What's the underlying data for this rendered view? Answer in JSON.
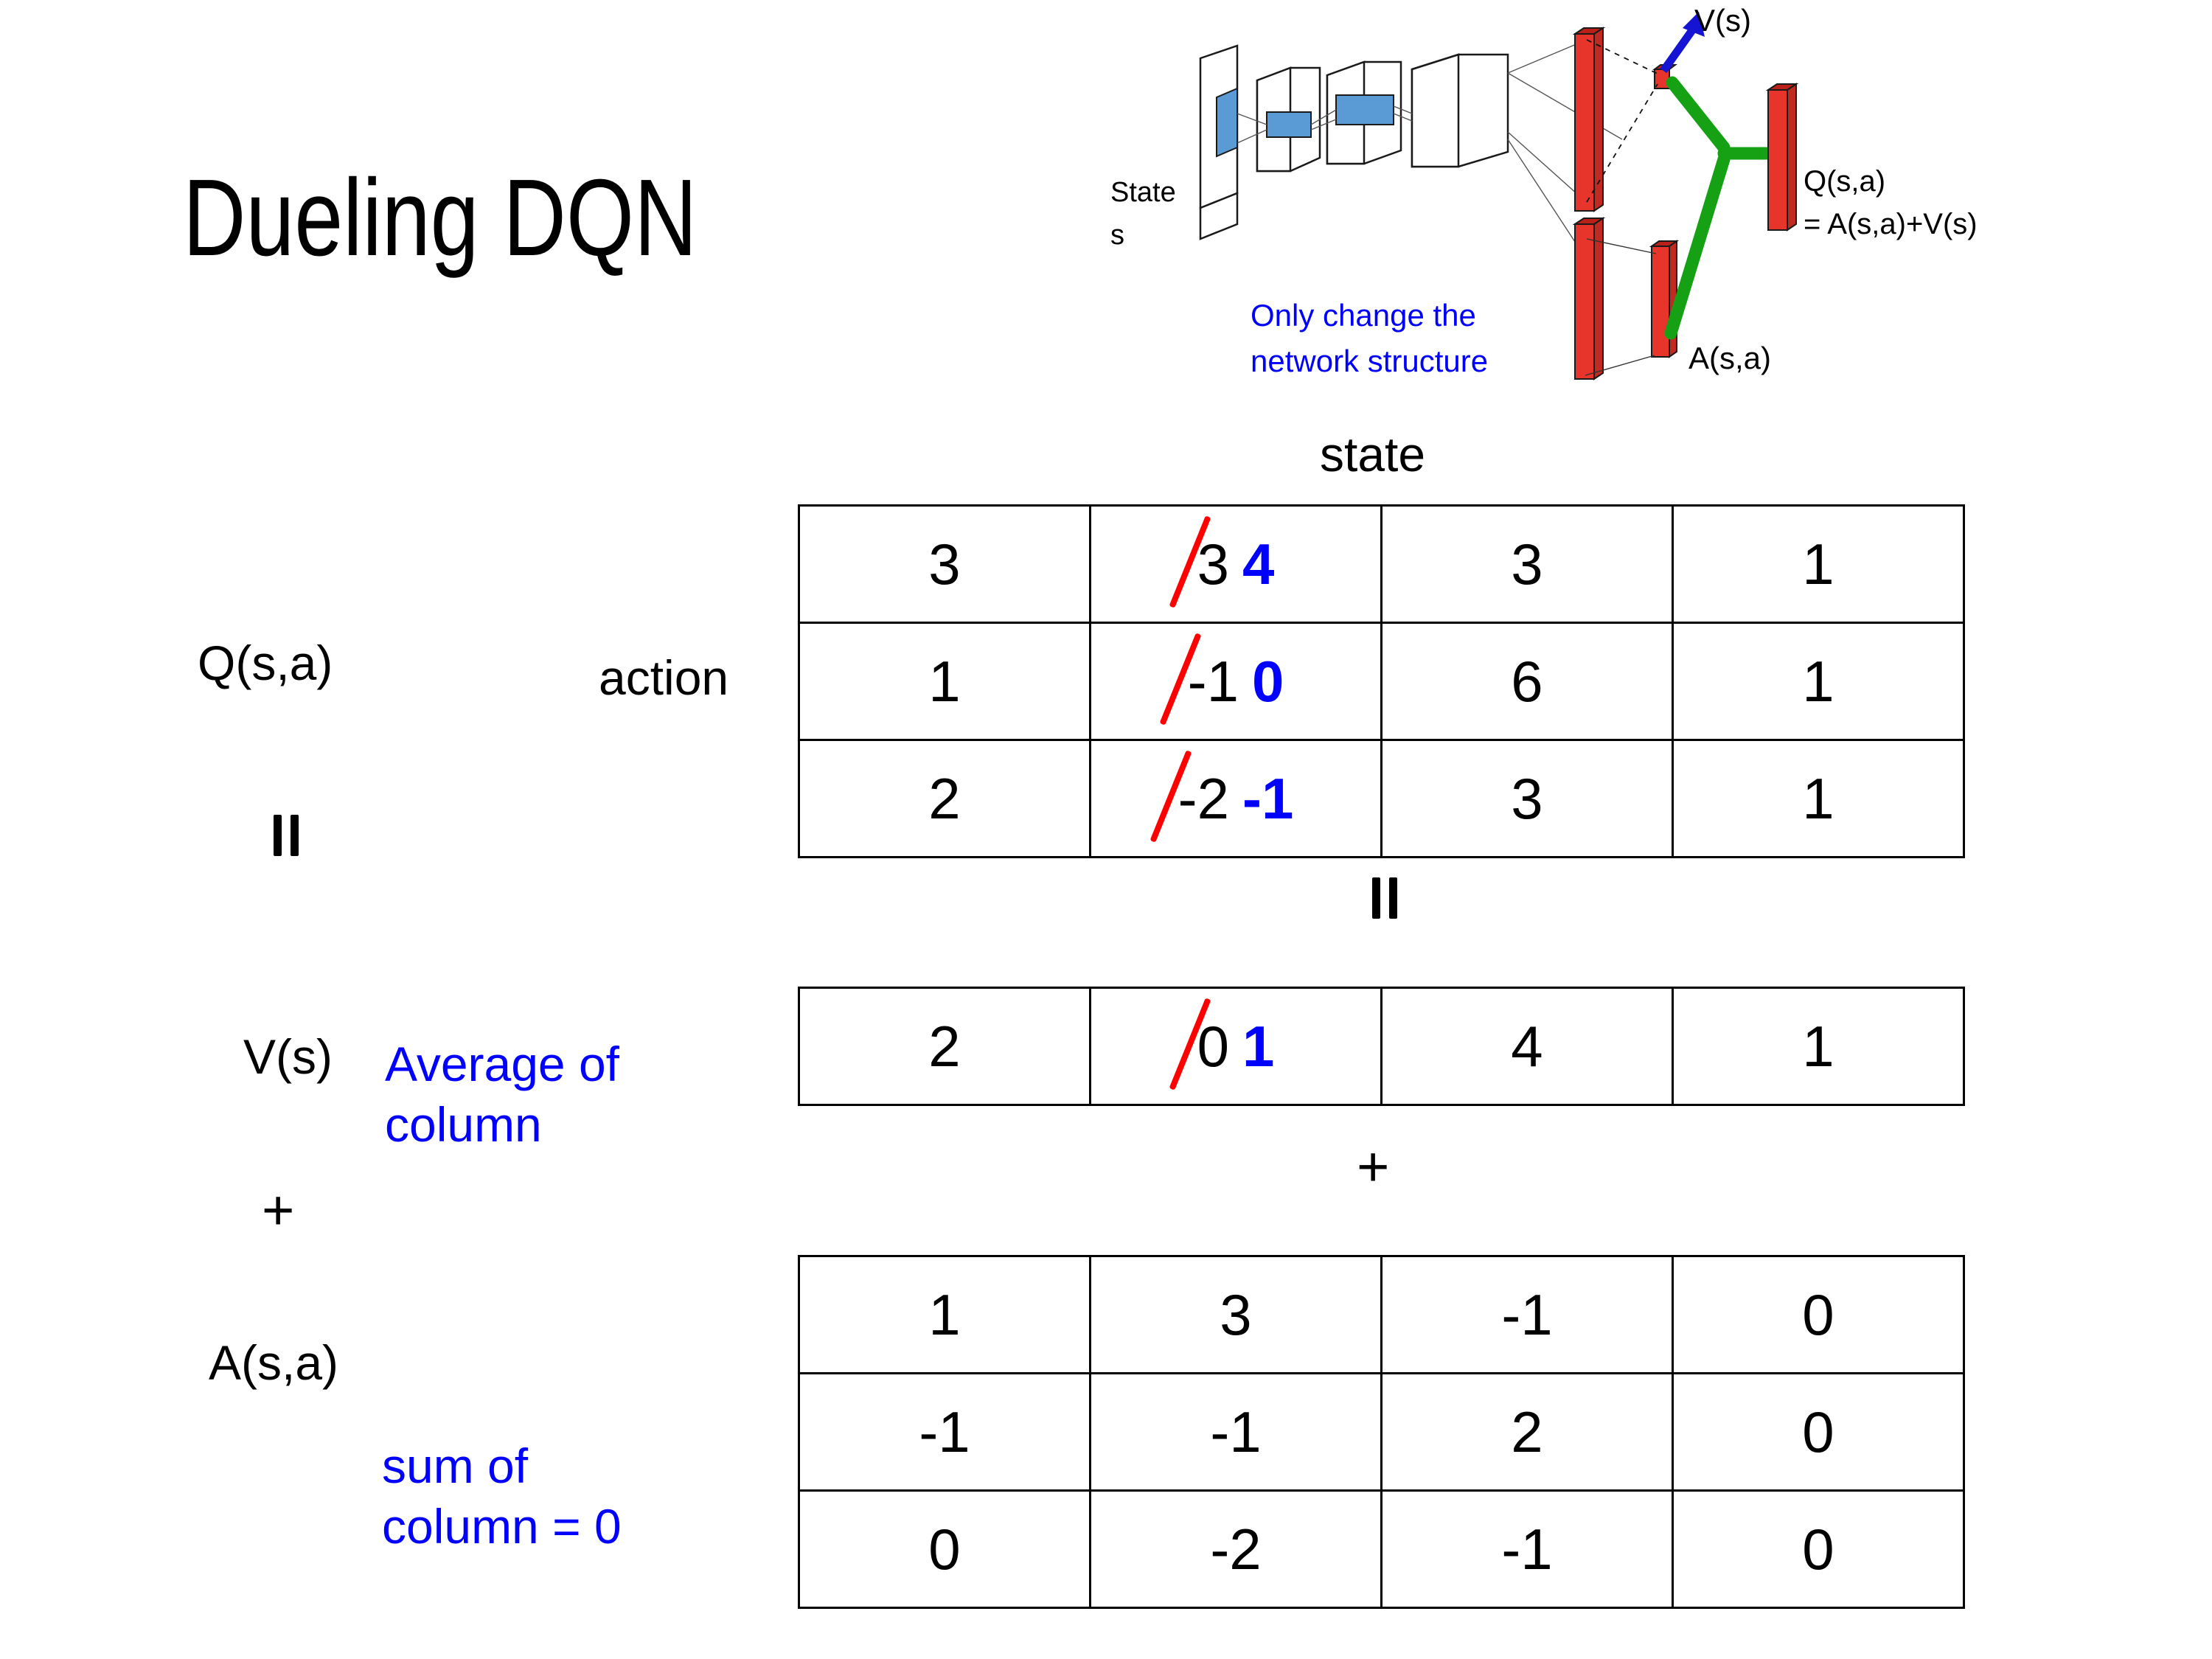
{
  "slide": {
    "title": "Dueling DQN"
  },
  "diagram": {
    "input_label_line1": "State",
    "input_label_line2": "s",
    "note_line1": "Only change the",
    "note_line2": "network structure",
    "output_v": "V(s)",
    "output_a": "A(s,a)",
    "output_q_line1": "Q(s,a)",
    "output_q_line2": "= A(s,a)+V(s)",
    "note_color": "#0000ff",
    "bar_color": "#e8352b",
    "combine_color": "#16a013",
    "arrow_color": "#1414d2",
    "block_color": "#5b9bd5"
  },
  "labels": {
    "q_label": "Q(s,a)",
    "v_label": "V(s)",
    "a_label": "A(s,a)",
    "action_label": "action",
    "state_label": "state",
    "equals_q_v": "=",
    "equals_tables": "=",
    "plus_left": "+",
    "plus_mid": "+",
    "avg_note_line1": "Average of",
    "avg_note_line2": "column",
    "sum_note_line1": "sum of",
    "sum_note_line2": "column = 0",
    "note_color": "#0000ff",
    "edit_strike_color": "#ff0000",
    "edit_new_color": "#0000ff"
  },
  "chart_data": {
    "type": "table",
    "title": "Dueling DQN value decomposition Q(s,a) = V(s) + A(s,a)",
    "xlabel": "state",
    "ylabel": "action",
    "tables": [
      {
        "name": "Q(s,a)",
        "rows": 3,
        "cols": 4,
        "values": [
          [
            "3",
            "3",
            "3",
            "1"
          ],
          [
            "1",
            "-1",
            "6",
            "1"
          ],
          [
            "2",
            "-2",
            "3",
            "1"
          ]
        ],
        "edits": [
          {
            "row": 0,
            "col": 1,
            "old": "3",
            "new": "4"
          },
          {
            "row": 1,
            "col": 1,
            "old": "-1",
            "new": "0"
          },
          {
            "row": 2,
            "col": 1,
            "old": "-2",
            "new": "-1"
          }
        ]
      },
      {
        "name": "V(s)",
        "rows": 1,
        "cols": 4,
        "values": [
          [
            "2",
            "0",
            "4",
            "1"
          ]
        ],
        "edits": [
          {
            "row": 0,
            "col": 1,
            "old": "0",
            "new": "1"
          }
        ]
      },
      {
        "name": "A(s,a)",
        "rows": 3,
        "cols": 4,
        "values": [
          [
            "1",
            "3",
            "-1",
            "0"
          ],
          [
            "-1",
            "-1",
            "2",
            "0"
          ],
          [
            "0",
            "-2",
            "-1",
            "0"
          ]
        ],
        "edits": []
      }
    ]
  }
}
